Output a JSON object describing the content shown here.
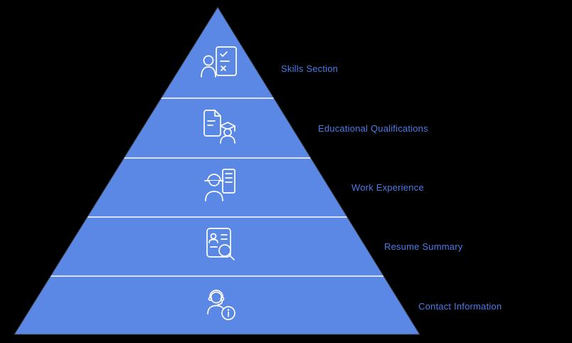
{
  "diagram": {
    "type": "pyramid",
    "levels": [
      {
        "label": "Skills Section",
        "icon": "skills-person-checklist-icon"
      },
      {
        "label": "Educational Qualifications",
        "icon": "education-document-graduate-icon"
      },
      {
        "label": "Work Experience",
        "icon": "worker-hardhat-clipboard-icon"
      },
      {
        "label": "Resume Summary",
        "icon": "resume-magnifier-icon"
      },
      {
        "label": "Contact Information",
        "icon": "support-agent-info-icon"
      }
    ],
    "colors": {
      "pyramid_fill": "#5B87E5",
      "divider": "#FFFFFF",
      "outline": "#333333",
      "label_text": "#4C7BE8",
      "background": "#000000",
      "icon_stroke": "#FFFFFF"
    }
  }
}
